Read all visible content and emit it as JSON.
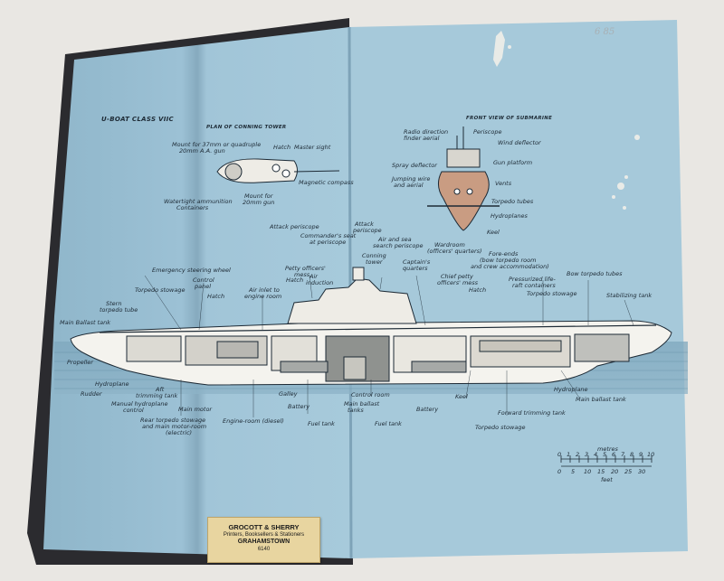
{
  "scene": {
    "description_free": true,
    "colors": {
      "background": "#e9e7e3",
      "book_cover": "#2a2a2e",
      "page_blue": "#9dc1d5",
      "sea": "#6f9bb3",
      "hull_white": "#f4f3ee",
      "hull_outline": "#1d2a35",
      "front_view_fill": "#c99c82",
      "sticker": "#e8d5a0"
    }
  },
  "handwriting": "6 85",
  "diagram": {
    "title_left": "U-BOAT CLASS VIIC",
    "tower_title": "PLAN OF CONNING TOWER",
    "front_title": "FRONT VIEW OF SUBMARINE",
    "tower_labels": {
      "mount_37": "Mount for 37mm or quadruple",
      "mount_37b": "20mm A.A. gun",
      "hatch": "Hatch",
      "master_sight": "Master sight",
      "magnetic": "Magnetic compass",
      "watertight1": "Watertight ammunition",
      "watertight2": "Containers",
      "mount_20": "Mount for",
      "mount_20b": "20mm gun",
      "attack_periscope_low": "Attack periscope"
    },
    "front_labels": {
      "radio1": "Radio direction",
      "radio2": "finder aerial",
      "periscope": "Periscope",
      "wind": "Wind deflector",
      "gun_platform": "Gun platform",
      "spray": "Spray deflector",
      "jumping1": "Jumping wire",
      "jumping2": "and aerial",
      "vents": "Vents",
      "torpedo_tubes": "Torpedo tubes",
      "hydroplanes": "Hydroplanes",
      "keel": "Keel"
    },
    "top_labels": {
      "attack_periscope1": "Attack",
      "attack_periscope2": "periscope",
      "commander1": "Commander's seat",
      "commander2": "at periscope",
      "air_sea1": "Air and sea",
      "air_sea2": "search periscope",
      "conning1": "Conning",
      "conning2": "tower",
      "captains1": "Captain's",
      "captains2": "quarters",
      "wardroom1": "Wardroom",
      "wardroom2": "(officers' quarters)",
      "fore1": "Fore-ends",
      "fore2": "(bow torpedo room",
      "fore3": "and crew accommodation)",
      "emergency": "Emergency steering wheel",
      "petty1": "Petty officers'",
      "petty2": "mess",
      "air_ind1": "Air",
      "air_ind2": "induction",
      "chief1": "Chief petty",
      "chief2": "officers' mess",
      "pressurized1": "Pressurized life-",
      "pressurized2": "raft containers",
      "bow_tubes": "Bow torpedo tubes",
      "torpedo_stowage_l": "Torpedo stowage",
      "control1": "Control",
      "control2": "panel",
      "hatch_a": "Hatch",
      "hatch_b": "Hatch",
      "hatch_c": "Hatch",
      "air_inlet1": "Air inlet to",
      "air_inlet2": "engine room",
      "torpedo_stowage_r": "Torpedo stowage",
      "stabilizing": "Stabilizing tank",
      "stern_tube1": "Stern",
      "stern_tube2": "torpedo tube",
      "main_ballast_l": "Main Ballast tank"
    },
    "bottom_labels": {
      "propeller": "Propeller",
      "hydroplane_l": "Hydroplane",
      "rudder": "Rudder",
      "aft1": "Aft",
      "aft2": "trimming tank",
      "manual1": "Manual hydroplane",
      "manual2": "control",
      "main_motor": "Main motor",
      "rear1": "Rear torpedo stowage",
      "rear2": "and main motor-room",
      "rear3": "(electric)",
      "engine_room": "Engine-room (diesel)",
      "galley": "Galley",
      "battery_l": "Battery",
      "fuel_tank_l": "Fuel tank",
      "control_room": "Control room",
      "main_ballast1": "Main ballast",
      "main_ballast2": "tanks",
      "fuel_tank_c": "Fuel tank",
      "battery_r": "Battery",
      "keel": "Keel",
      "forward_trim": "Forward trimming tank",
      "torpedo_stowage": "Torpedo stowage",
      "hydroplane_r": "Hydroplane",
      "main_ballast_r": "Main ballast tank"
    },
    "scale": {
      "metres_label": "metres",
      "feet_label": "feet",
      "metres": [
        "0",
        "1",
        "2",
        "3",
        "4",
        "5",
        "6",
        "7",
        "8",
        "9",
        "10"
      ],
      "feet": [
        "0",
        "5",
        "10",
        "15",
        "20",
        "25",
        "30"
      ]
    }
  },
  "sticker": {
    "line1": "GROCOTT & SHERRY",
    "line2": "Printers, Booksellers & Stationers",
    "line3": "GRAHAMSTOWN",
    "line4": "6140"
  }
}
